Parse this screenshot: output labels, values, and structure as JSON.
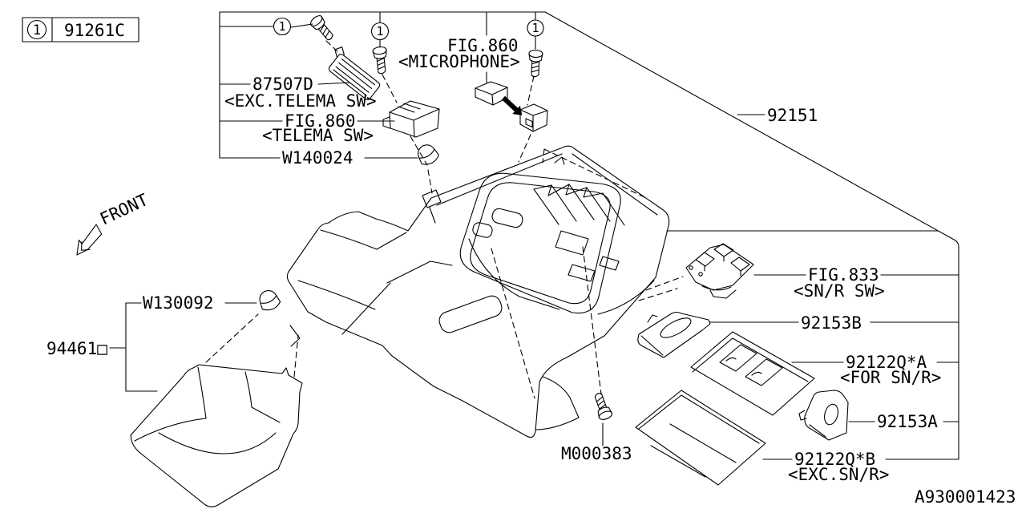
{
  "page": {
    "background": "#ffffff",
    "ink": "#000000",
    "footer_id": "A930001423",
    "front_label": "FRONT"
  },
  "legend": {
    "ref": "1",
    "part": "91261C"
  },
  "fastener_ref": "1",
  "labels": {
    "l87507d": {
      "code": "87507D",
      "qual": "<EXC.TELEMA SW>"
    },
    "fig860_telema": {
      "code": "FIG.860",
      "qual": "<TELEMA SW>"
    },
    "fig860_mic": {
      "code": "FIG.860",
      "qual": "<MICROPHONE>"
    },
    "w140024": {
      "code": "W140024"
    },
    "p92151": {
      "code": "92151"
    },
    "fig833": {
      "code": "FIG.833",
      "qual": "<SN/R SW>"
    },
    "p92153b": {
      "code": "92153B"
    },
    "p92122qa": {
      "code": "92122Q*A",
      "qual": "<FOR SN/R>"
    },
    "p92153a": {
      "code": "92153A"
    },
    "p92122qb": {
      "code": "92122Q*B",
      "qual": "<EXC.SN/R>"
    },
    "m000383": {
      "code": "M000383"
    },
    "w130092": {
      "code": "W130092"
    },
    "p94461": {
      "code": "94461□"
    }
  }
}
